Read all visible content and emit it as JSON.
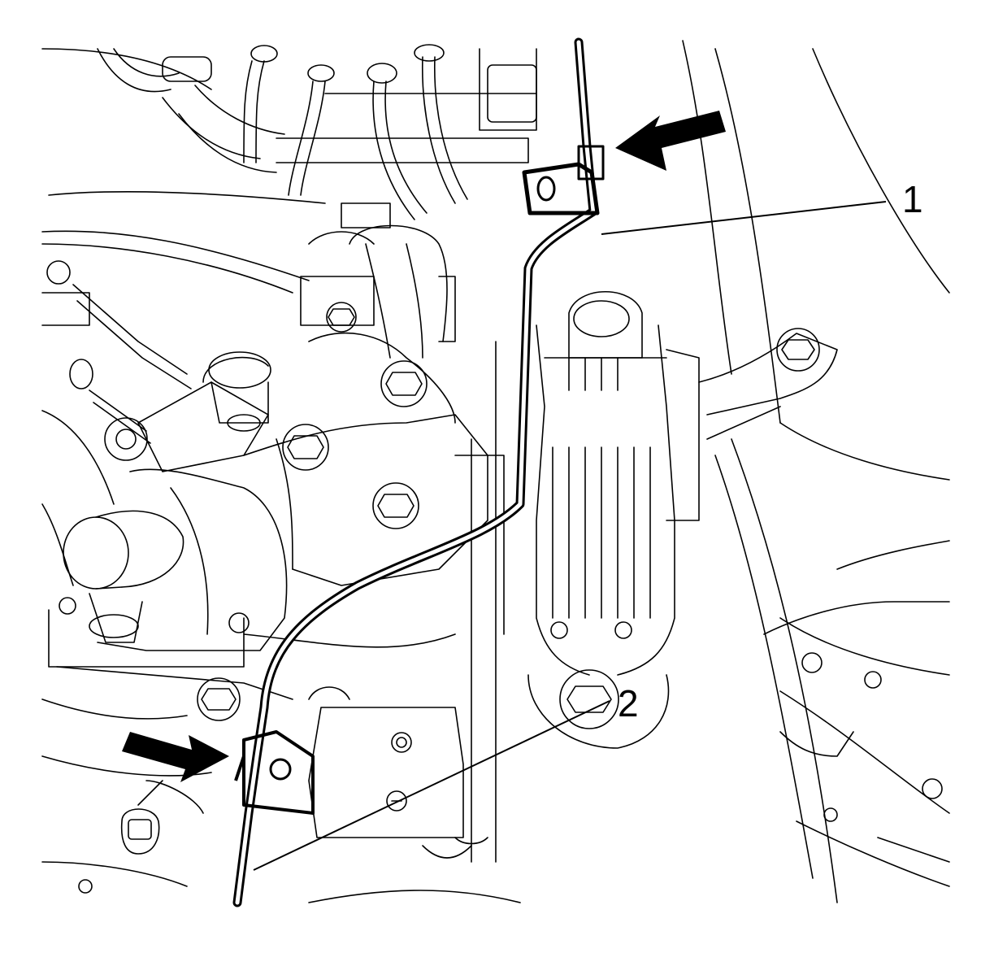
{
  "diagram": {
    "callouts": [
      {
        "id": "1",
        "label": "1"
      },
      {
        "id": "2",
        "label": "2"
      }
    ],
    "arrow_count": 2,
    "colors": {
      "line": "#000000",
      "background": "#ffffff"
    }
  }
}
